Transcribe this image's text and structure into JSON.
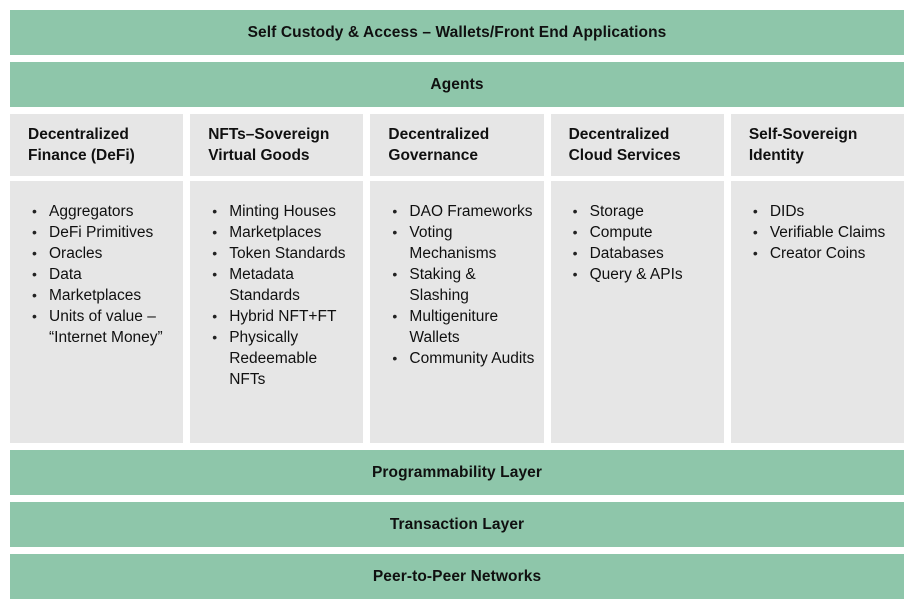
{
  "colors": {
    "bar_green": "#8ec6aa",
    "panel_gray": "#e6e6e6",
    "text": "#101010",
    "background": "#ffffff"
  },
  "top_bars": [
    {
      "label": "Self Custody & Access – Wallets/Front End Applications"
    },
    {
      "label": "Agents"
    }
  ],
  "columns": [
    {
      "title": "Decentralized Finance (DeFi)",
      "items": [
        "Aggregators",
        "DeFi Primitives",
        "Oracles",
        "Data",
        "Marketplaces",
        "Units of value – “Internet Money”"
      ]
    },
    {
      "title": "NFTs–Sovereign Virtual Goods",
      "items": [
        "Minting Houses",
        "Marketplaces",
        "Token Standards",
        "Metadata Standards",
        "Hybrid NFT+FT",
        "Physically Redeemable NFTs"
      ]
    },
    {
      "title": "Decentralized Governance",
      "items": [
        "DAO Frameworks",
        "Voting Mechanisms",
        "Staking & Slashing",
        "Multigeniture Wallets",
        "Community Audits"
      ]
    },
    {
      "title": "Decentralized Cloud Services",
      "items": [
        "Storage",
        "Compute",
        "Databases",
        "Query & APIs"
      ]
    },
    {
      "title": "Self-Sovereign Identity",
      "items": [
        "DIDs",
        "Verifiable Claims",
        "Creator Coins"
      ]
    }
  ],
  "bottom_bars": [
    {
      "label": "Programmability Layer"
    },
    {
      "label": "Transaction Layer"
    },
    {
      "label": "Peer-to-Peer Networks"
    }
  ]
}
